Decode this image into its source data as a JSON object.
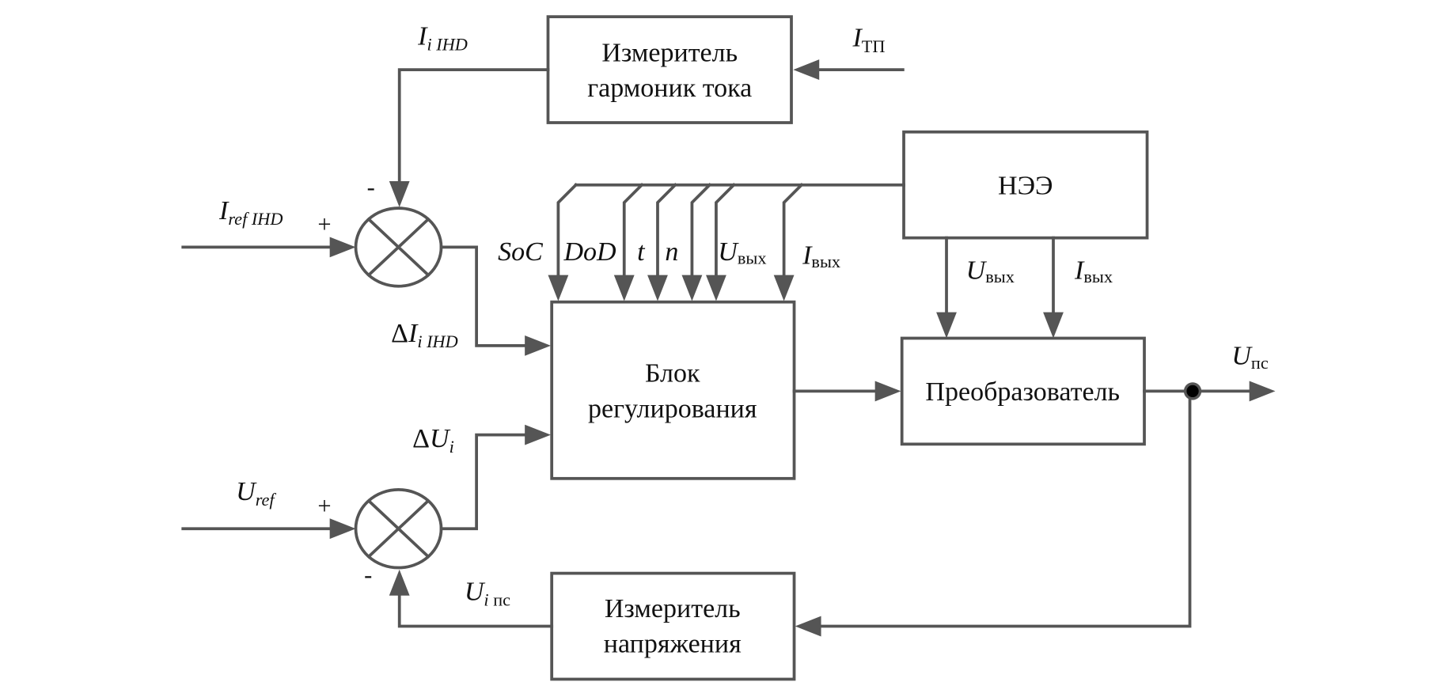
{
  "diagram": {
    "blocks": {
      "harmonic_meter": {
        "line1": "Измеритель",
        "line2": "гармоник тока"
      },
      "storage": {
        "label": "НЭЭ"
      },
      "control_block": {
        "line1": "Блок",
        "line2": "регулирования"
      },
      "converter": {
        "label": "Преобразователь"
      },
      "voltage_meter": {
        "line1": "Измеритель",
        "line2": "напряжения"
      }
    },
    "summing_junctions": {
      "current": {
        "plus": "+",
        "minus": "-"
      },
      "voltage": {
        "plus": "+",
        "minus": "-"
      }
    },
    "signals": {
      "i_i_ihd": {
        "main": "I",
        "sub": "i IHD"
      },
      "i_tp": {
        "main": "I",
        "sub": "ТП"
      },
      "i_ref_ihd": {
        "main": "I",
        "sub": "ref IHD"
      },
      "delta_i_i_ihd": {
        "prefix": "Δ",
        "main": "I",
        "sub": "i IHD"
      },
      "delta_u_i": {
        "prefix": "Δ",
        "main": "U",
        "sub": "i"
      },
      "u_ref": {
        "main": "U",
        "sub": "ref"
      },
      "u_i_ps": {
        "main": "U",
        "sub_italic": "i",
        "sub": " пс"
      },
      "u_ps": {
        "main": "U",
        "sub": "пс"
      },
      "bus_inputs": [
        {
          "label": "SoC"
        },
        {
          "label": "DoD"
        },
        {
          "label": "t"
        },
        {
          "label": "n"
        },
        {
          "main": "U",
          "sub": "вых"
        },
        {
          "main": "I",
          "sub": "вых"
        }
      ],
      "storage_u_out": {
        "main": "U",
        "sub": "вых"
      },
      "storage_i_out": {
        "main": "I",
        "sub": "вых"
      }
    }
  }
}
